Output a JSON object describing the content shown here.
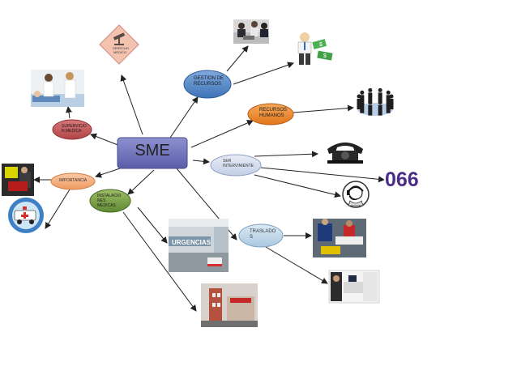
{
  "central": {
    "label": "SME",
    "color": "#6b6fb8"
  },
  "nodes": {
    "gestion": {
      "label": "GESTION DE RECURSOS",
      "color": "#4e86c9"
    },
    "recursos_humanos": {
      "label": "RECURSOS HUMANOS",
      "color": "#f08a2c"
    },
    "ser_interviniente": {
      "label": "SER INTERVINIENTE",
      "color": "#d3dcef"
    },
    "traslados": {
      "label": "TRASLADO S",
      "color": "#c4dae9"
    },
    "instalaciones": {
      "label": "INSTALACIO NES MEDICAS",
      "color": "#7ea34a"
    },
    "importancia": {
      "label": "IMPORTANCIA",
      "color": "#f4ad7c"
    },
    "supervision": {
      "label": "SUPERVICIO N MEDICA",
      "color": "#c2585a"
    }
  },
  "images": {
    "law": {
      "icon": "gavel-icon",
      "caption": "DERECHO MEDICO"
    },
    "meeting": {
      "icon": "meeting-photo"
    },
    "money_man": {
      "icon": "businessman-money-icon"
    },
    "team_circle": {
      "icon": "team-circle-icon"
    },
    "phone": {
      "icon": "telephone-icon"
    },
    "number": {
      "text": "066"
    },
    "operator": {
      "icon": "operator-headset-icon"
    },
    "doctors": {
      "icon": "doctors-patient-photo"
    },
    "paramedic": {
      "icon": "paramedic-photo"
    },
    "ambulance_cartoon": {
      "icon": "ambulance-cartoon-icon"
    },
    "urgencias": {
      "text": "URGENCIAS"
    },
    "hospital": {
      "icon": "hospital-building-photo"
    },
    "stretcher": {
      "icon": "stretcher-photo"
    },
    "ambulance_interior": {
      "icon": "ambulance-interior-photo"
    }
  }
}
